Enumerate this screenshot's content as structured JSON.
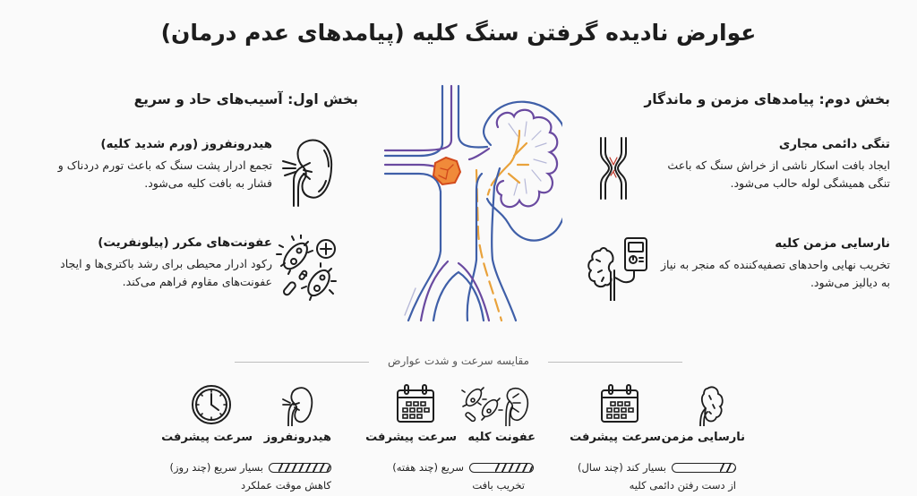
{
  "title": "عوارض نادیده گرفتن سنگ کلیه (پیامدهای عدم درمان)",
  "colors": {
    "background": "#fafafa",
    "text": "#1d1d1d",
    "diagram_blue": "#3f5fa8",
    "diagram_purple": "#6a4aa0",
    "diagram_orange": "#e9a23b",
    "stone_fill": "#f08a3a",
    "stone_stroke": "#d24a1c",
    "scar_red": "#c0392b"
  },
  "section_acute": {
    "title": "بخش اول: آسیب‌های حاد و سریع",
    "items": [
      {
        "icon": "kidney-icon",
        "title": "هیدرونفروز (ورم شدید کلیه)",
        "desc": "تجمع ادرار پشت سنگ که باعث تورم دردناک و فشار به بافت کلیه می‌شود."
      },
      {
        "icon": "bacteria-icon",
        "title": "عفونت‌های مکرر (پیلونفریت)",
        "desc": "رکود ادرار محیطی برای رشد باکتری‌ها و ایجاد عفونت‌های مقاوم فراهم می‌کند."
      }
    ]
  },
  "section_chronic": {
    "title": "بخش دوم: پیامدهای مزمن و ماندگار",
    "items": [
      {
        "icon": "ureter-stricture-icon",
        "title": "تنگی دائمی مجاری",
        "desc": "ایجاد بافت اسکار ناشی از خراش سنگ که باعث تنگی همیشگی لوله حالب می‌شود."
      },
      {
        "icon": "dialysis-machine-icon",
        "title": "نارسایی مزمن کلیه",
        "desc": "تخریب نهایی واحدهای تصفیه‌کننده که منجر به نیاز به دیالیز می‌شود."
      }
    ]
  },
  "center_diagram": {
    "icon": "kidney-ureter-stone-diagram"
  },
  "comparison": {
    "title": "مقایسه سرعت و شدت عوارض",
    "speed_label": "سرعت پیشرفت",
    "groups": [
      {
        "condition": "نارسایی مزمن",
        "condition_icon": "failing-kidney-icon",
        "speed_icon": "calendar-icon",
        "speed": "بسیار کند (چند سال)",
        "outcome": "از دست رفتن دائمی کلیه",
        "fill_percent": 25
      },
      {
        "condition": "عفونت کلیه",
        "condition_icon": "kidney-bacteria-icon",
        "speed_icon": "calendar-icon",
        "speed": "سریع (چند هفته)",
        "outcome": "تخریب بافت",
        "fill_percent": 60
      },
      {
        "condition": "هیدرونفروز",
        "condition_icon": "kidney-icon",
        "speed_icon": "clock-icon",
        "speed": "بسیار سریع (چند روز)",
        "outcome": "کاهش موقت عملکرد",
        "fill_percent": 85
      }
    ]
  }
}
